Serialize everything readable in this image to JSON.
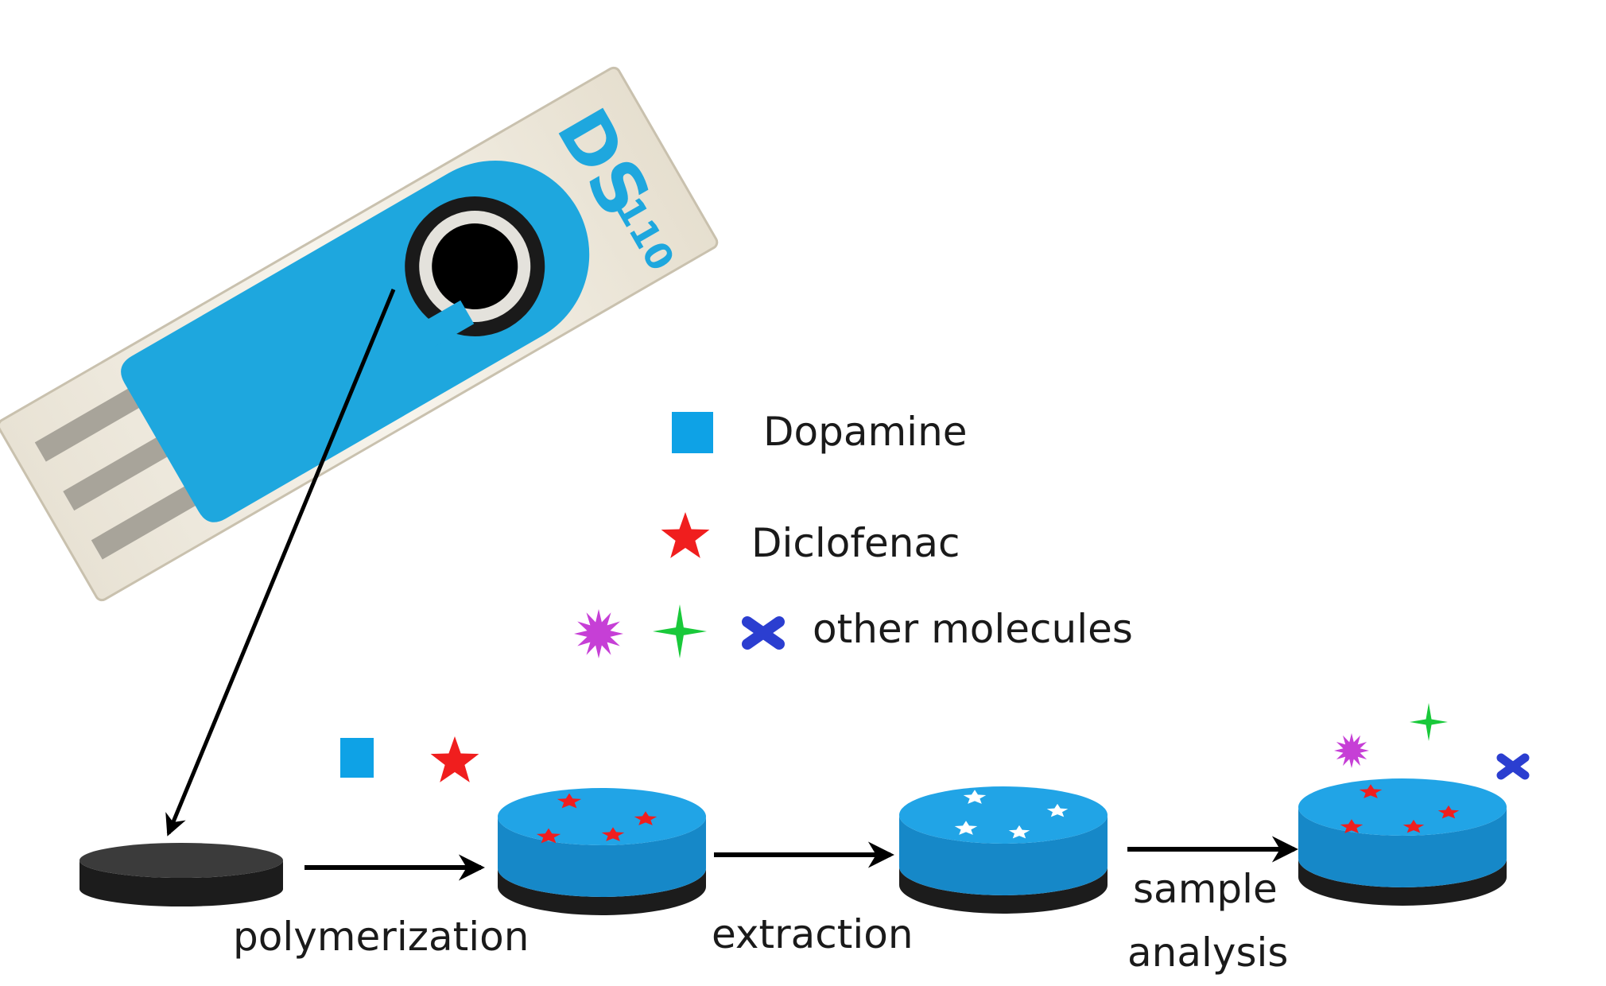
{
  "electrode": {
    "brand": "DS",
    "model": "110",
    "body_color": "#f3efe6",
    "cover_color": "#1ea7de"
  },
  "legend": {
    "dopamine": "Dopamine",
    "diclofenac": "Diclofenac",
    "other": "other molecules"
  },
  "steps": {
    "polymerization": "polymerization",
    "extraction": "extraction",
    "analysis_line1": "sample",
    "analysis_line2": "analysis"
  },
  "colors": {
    "dopamine": "#0ea2e6",
    "diclofenac": "#f01e1e",
    "other_magenta": "#c63fd6",
    "other_green": "#19c93a",
    "other_blue": "#2b3ed0",
    "polymer": "#1ea0e0",
    "electrode_dark": "#2b2b2b",
    "cavity_empty": "#ffffff"
  }
}
